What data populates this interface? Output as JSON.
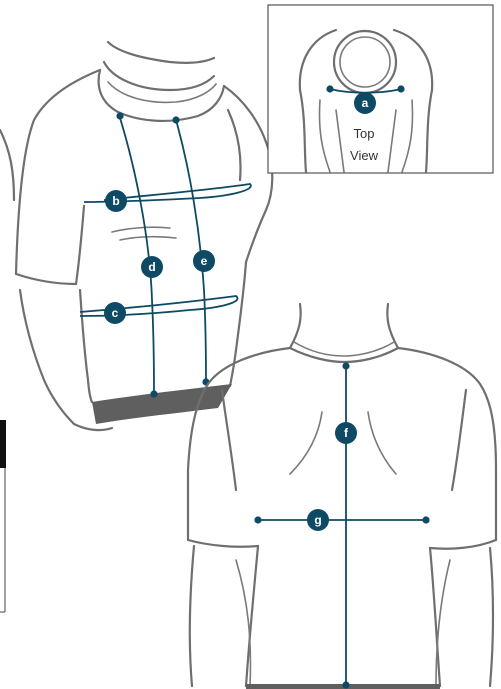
{
  "inset": {
    "label_line1": "Top",
    "label_line2": "View"
  },
  "measurements": {
    "a": "a",
    "b": "b",
    "c": "c",
    "d": "d",
    "e": "e",
    "f": "f",
    "g": "g"
  },
  "colors": {
    "accent": "#0e4a63",
    "outline": "#6f6f6f",
    "hem": "#5f5f5f"
  }
}
